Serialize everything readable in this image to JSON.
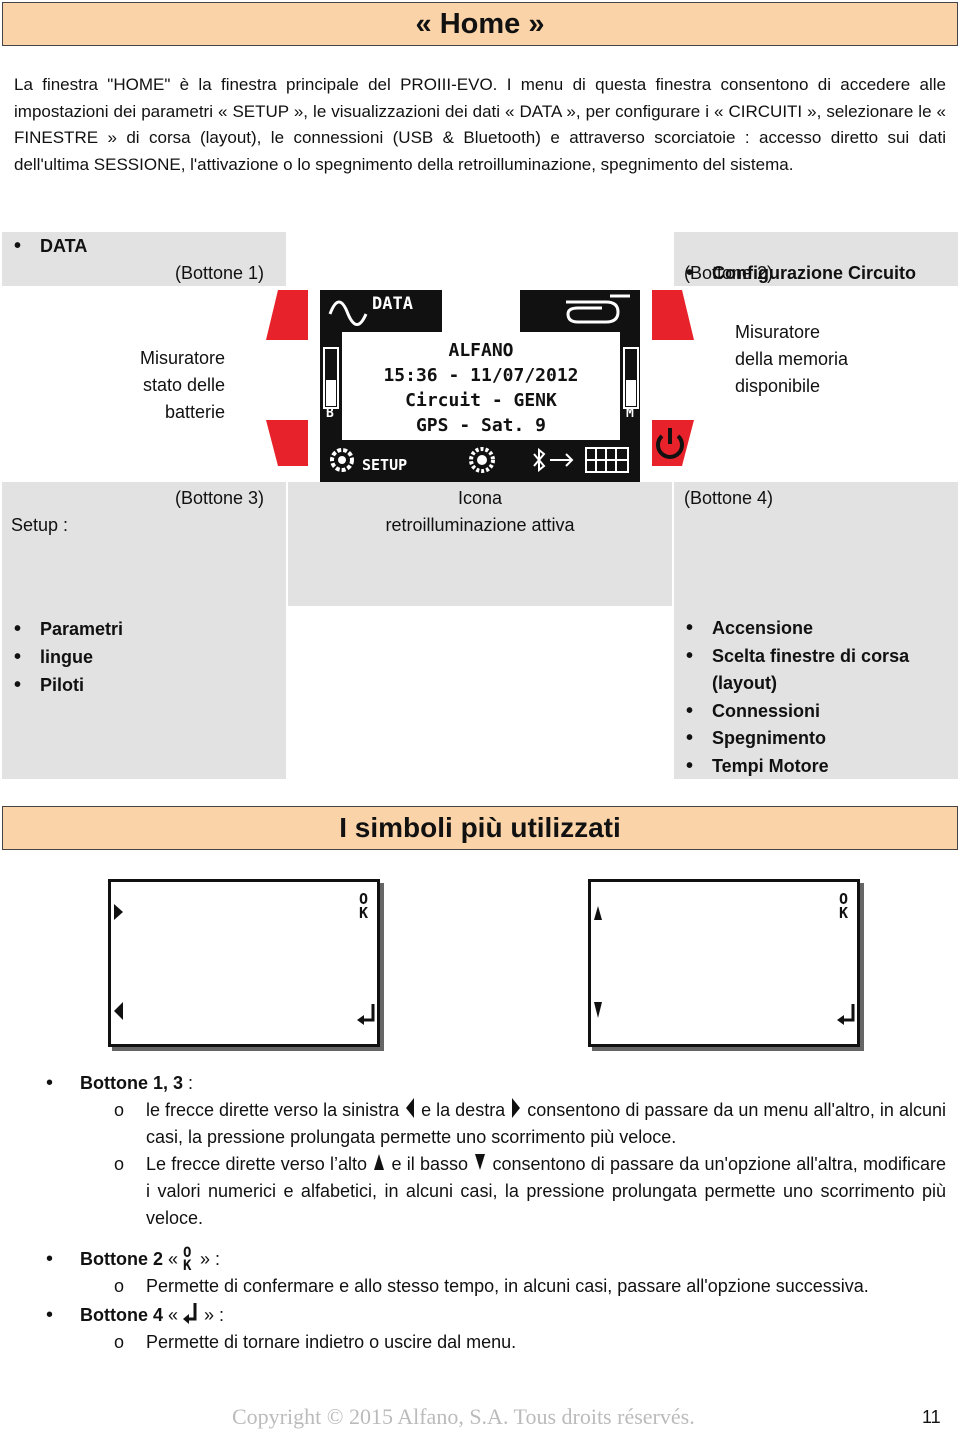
{
  "header": {
    "title": "« Home »"
  },
  "intro": "La finestra \"HOME\" è la finestra principale del PROIII-EVO.  I menu di questa finestra consentono di accedere alle impostazioni dei parametri « SETUP », le visualizzazioni dei dati « DATA », per configurare i « CIRCUITI », selezionare le « FINESTRE » di corsa (layout), le connessioni (USB & Bluetooth) e attraverso scorciatoie : accesso diretto sui dati dell'ultima SESSIONE, l'attivazione o lo spegnimento della retroilluminazione, spegnimento del sistema.",
  "diagram": {
    "data_label": "DATA",
    "button1": "(Bottone 1)",
    "circuit_label": "Configurazione Circuito",
    "button2": "(Bottone 2)",
    "battery_meter": [
      "Misuratore",
      "stato delle",
      "batterie"
    ],
    "memory_meter": [
      "Misuratore",
      "della memoria",
      "disponibile"
    ],
    "setup_label": "Setup :",
    "button3": "(Bottone 3)",
    "backlight_icon": [
      "Icona",
      "retroilluminazione attiva"
    ],
    "button4": "(Bottone 4)",
    "setup_items": [
      "Parametri",
      "lingue",
      "Piloti"
    ],
    "button4_items": [
      "Accensione",
      "Scelta finestre di corsa (layout)",
      "Connessioni",
      "Spegnimento",
      "Tempi Motore"
    ]
  },
  "screen": {
    "data_text": "DATA",
    "setup_text": "SETUP",
    "line1": "ALFANO",
    "line2": "15:36 - 11/07/2012",
    "line3": "Circuit - GENK",
    "line4": "GPS - Sat. 9",
    "battery_letter": "B",
    "memory_letter": "M"
  },
  "symbols": {
    "title": "I simboli più utilizzati",
    "ok_glyph": "OK"
  },
  "explanations": {
    "b13_title": "Bottone 1, 3",
    "b13_colon": " :",
    "b13_line1_a": "le frecce dirette verso la sinistra",
    "b13_line1_b": "e la destra",
    "b13_line1_c": "consentono di passare da un menu",
    "b13_line1_cont": "all'altro, in alcuni casi, la pressione prolungata permette uno scorrimento più veloce.",
    "b13_line2_a": "Le frecce dirette verso l’alto",
    "b13_line2_b": "e il basso",
    "b13_line2_c": "consentono di passare da un'opzione all'altra,",
    "b13_line2_cont": "modificare i valori numerici e alfabetici, in alcuni casi, la pressione prolungata permette uno scorrimento più veloce.",
    "b2_title": "Bottone 2",
    "b2_open": " «",
    "b2_close": "» :",
    "b2_text": "Permette di confermare e allo stesso tempo, in alcuni casi, passare all'opzione successiva.",
    "b4_title": "Bottone 4",
    "b4_open": " «",
    "b4_close": "» :",
    "b4_text": "Permette di tornare indietro o uscire dal menu.",
    "sub_marker": "o"
  },
  "footer": {
    "copyright": "Copyright © 2015 Alfano, S.A. Tous droits réservés.",
    "page": "11"
  },
  "colors": {
    "header_bg": "#fbd3a8",
    "button_red": "#e8222a",
    "gray_box": "#e2e2e2"
  }
}
